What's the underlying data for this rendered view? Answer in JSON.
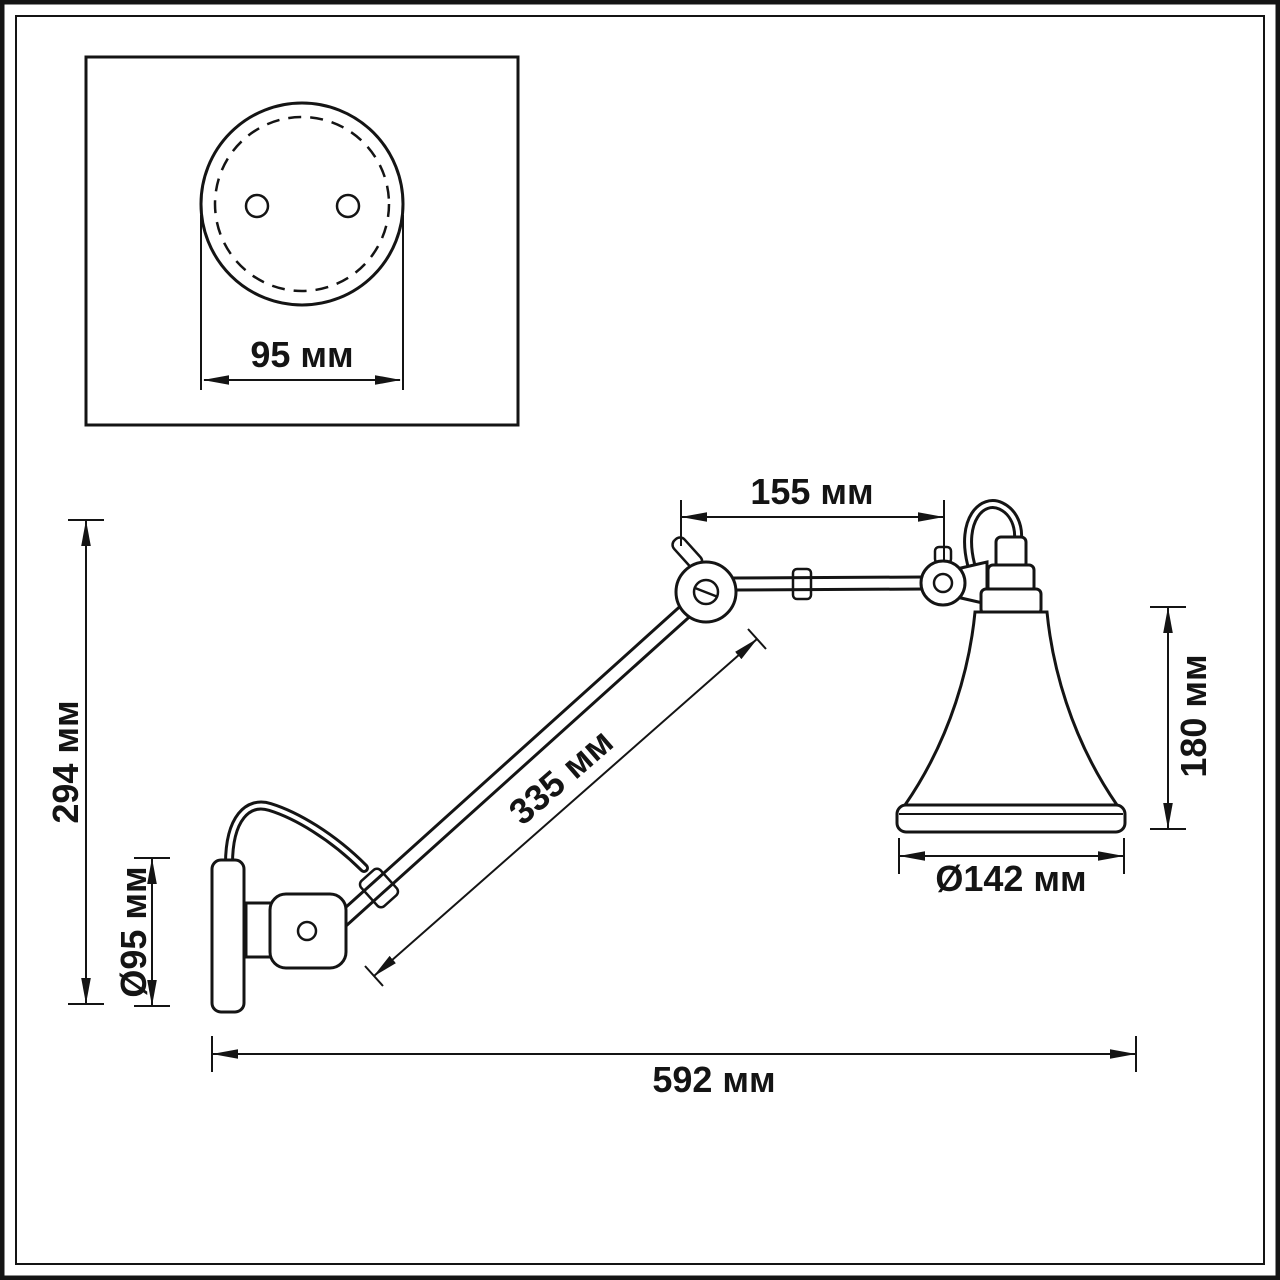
{
  "diagram": {
    "unit": "мм",
    "line_color": "#141414",
    "background_color": "#ffffff",
    "inset": {
      "mount_plate_width": "95 мм"
    },
    "dimensions": {
      "overall_height": "294 мм",
      "base_diameter": "Ø95 мм",
      "upper_arm_length": "155 мм",
      "lower_arm_length": "335 мм",
      "shade_height": "180 мм",
      "shade_diameter": "Ø142 мм",
      "overall_length": "592 мм"
    }
  }
}
